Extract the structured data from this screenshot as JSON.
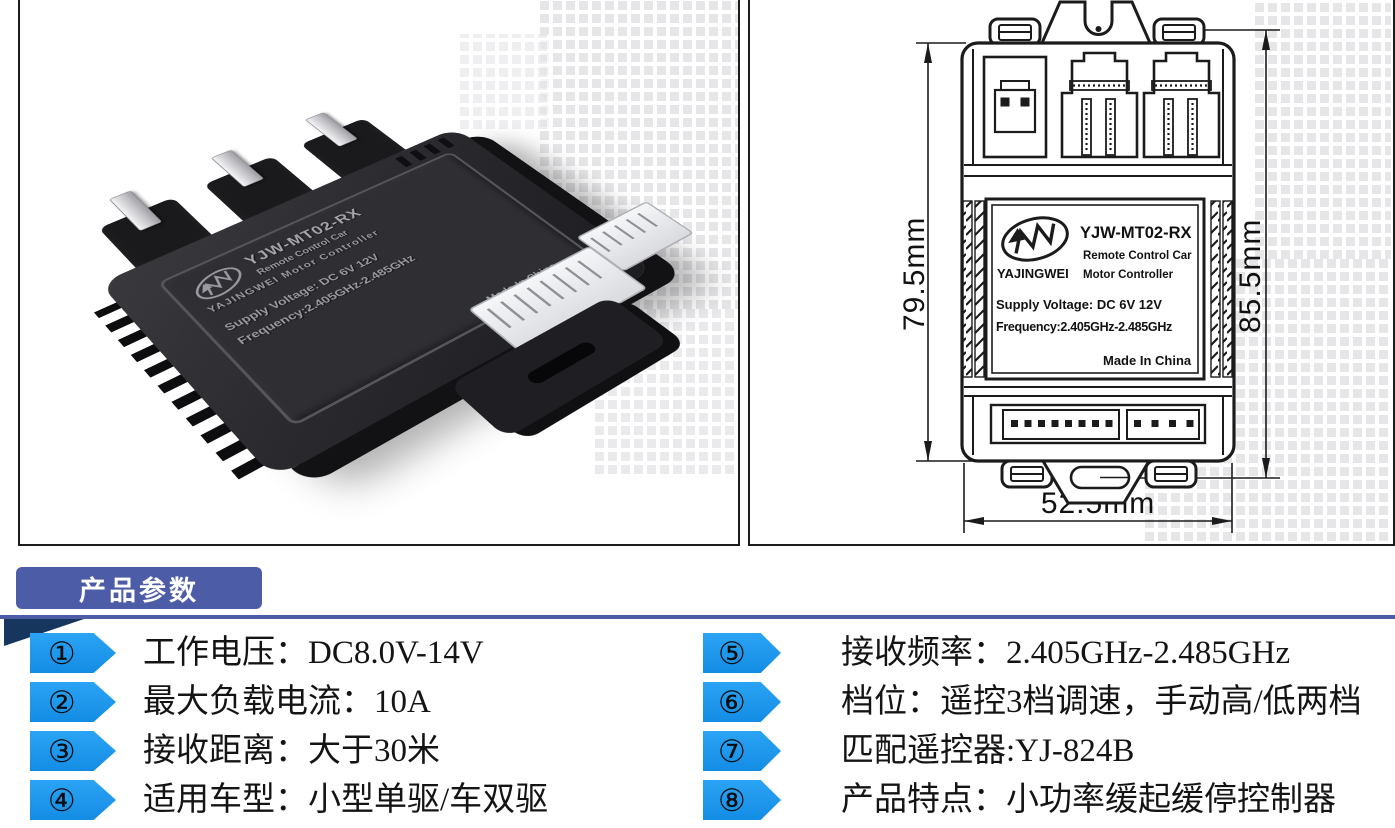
{
  "photo": {
    "label": {
      "model": "YJW-MT02-RX",
      "subtitle": "Remote Control Car",
      "brand_line": "YAJINGWEI   Motor Controller",
      "supply": "Supply Voltage:  DC 6V  12V",
      "frequency": "Frequency:2.405GHz-2.485GHz",
      "origin": "Made In China"
    }
  },
  "drawing": {
    "dim_left": "79.5mm",
    "dim_right": "85.5mm",
    "dim_bottom": "52.5mm",
    "label": {
      "brand": "YAJINGWEI",
      "model": "YJW-MT02-RX",
      "subtitle1": "Remote Control Car",
      "subtitle2": "Motor Controller",
      "supply": "Supply Voltage:  DC 6V  12V",
      "frequency": "Frequency:2.405GHz-2.485GHz",
      "origin": "Made In China"
    }
  },
  "params": {
    "title": "产品参数",
    "items": [
      {
        "num": "①",
        "text": "工作电压：DC8.0V-14V"
      },
      {
        "num": "②",
        "text": "最大负载电流：10A"
      },
      {
        "num": "③",
        "text": "接收距离：大于30米"
      },
      {
        "num": "④",
        "text": "适用车型：小型单驱/车双驱"
      },
      {
        "num": "⑤",
        "text": "接收频率：2.405GHz-2.485GHz"
      },
      {
        "num": "⑥",
        "text": "档位：遥控3档调速，手动高/低两档"
      },
      {
        "num": "⑦",
        "text": "匹配遥控器:YJ-824B"
      },
      {
        "num": "⑧",
        "text": "产品特点：小功率缓起缓停控制器"
      }
    ],
    "colors": {
      "accent": "#4d5ca6",
      "badge_blue": "#1b9af2",
      "fold_navy": "#16365e",
      "line_black": "#1b1b1b"
    }
  }
}
